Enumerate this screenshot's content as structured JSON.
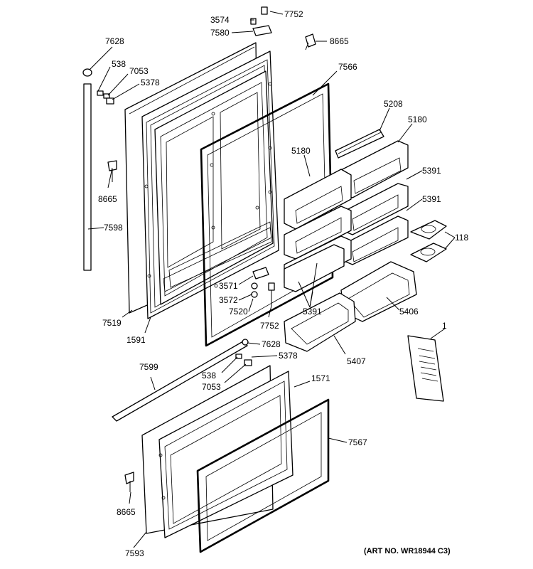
{
  "diagram": {
    "art_number": "(ART NO. WR18944 C3)",
    "part_labels": {
      "hinge_pin_top": "3574",
      "screw_top": "7752",
      "hinge_bracket_top": "7580",
      "screw_hinge": "8665",
      "handle_cap_top": "7628",
      "bushing_538_top": "538",
      "spacer_7053_top": "7053",
      "bushing_5378_top": "5378",
      "fresh_food_gasket": "7566",
      "dairy_door": "5208",
      "dairy_bin_right": "5180",
      "dairy_bin_left": "5180",
      "door_bin_upper": "5391",
      "door_bin_mid": "5391",
      "egg_tray": "118",
      "screw_handle": "8665",
      "handle_rod": "7598",
      "hinge_pin_mid": "3571",
      "hinge_spacer_mid": "3572",
      "hinge_mid": "7520",
      "screw_mid": "7752",
      "door_bins_left": "5391",
      "gallon_bin": "5406",
      "handle_cover": "7519",
      "door_liner": "1591",
      "handle_cap_bottom": "7628",
      "bushing_5378_bottom": "5378",
      "handle_rod_freezer": "7599",
      "bushing_538_bottom": "538",
      "spacer_7053_bottom": "7053",
      "bottom_bin": "5407",
      "manual": "1",
      "freezer_door_liner": "1571",
      "freezer_gasket": "7567",
      "screw_freezer": "8665",
      "freezer_handle_cover": "7593"
    }
  }
}
